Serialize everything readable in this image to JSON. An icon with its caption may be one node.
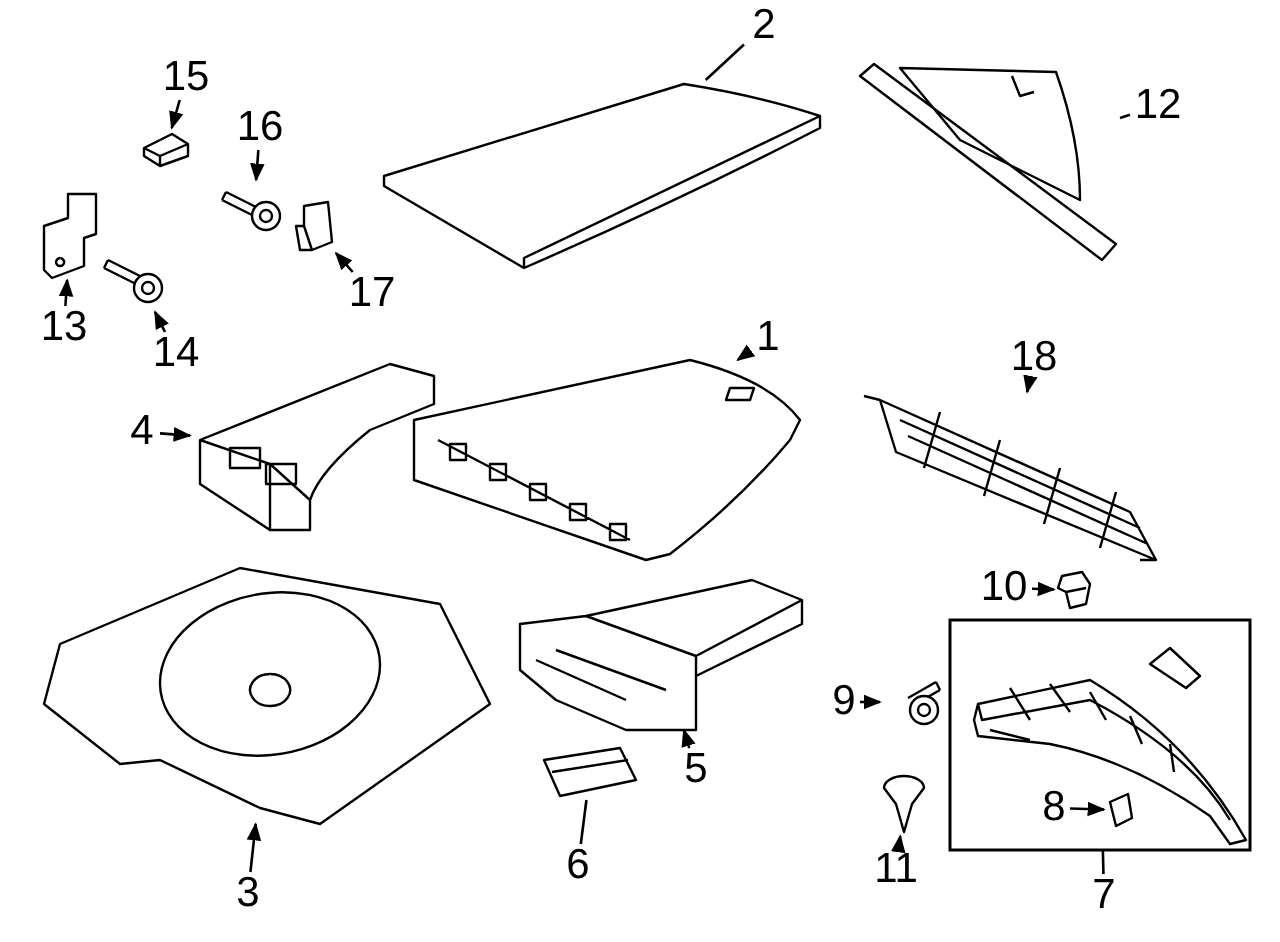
{
  "diagram": {
    "nodes": [
      {
        "text": [
          "15"
        ]
      },
      {
        "text": [],
        "shape": "picture"
      },
      {
        "text": [
          "16"
        ]
      },
      {
        "text": [],
        "shape": "picture"
      },
      {
        "text": [
          "2"
        ]
      },
      {
        "text": [],
        "shape": "picture"
      },
      {
        "text": [
          "12"
        ]
      },
      {
        "text": [],
        "shape": "picture"
      },
      {
        "text": [],
        "shape": "picture"
      },
      {
        "text": [],
        "shape": "picture"
      },
      {
        "text": [],
        "shape": "picture"
      },
      {
        "text": [
          "13"
        ]
      },
      {
        "text": [
          "14"
        ]
      },
      {
        "text": [
          "17"
        ]
      },
      {
        "text": [
          "1"
        ]
      },
      {
        "text": [],
        "shape": "picture"
      },
      {
        "text": [
          "18"
        ]
      },
      {
        "text": [],
        "shape": "picture"
      },
      {
        "text": [
          "4"
        ]
      },
      {
        "text": [],
        "shape": "picture"
      },
      {
        "text": [
          "10"
        ]
      },
      {
        "text": [],
        "shape": "picture"
      },
      {
        "text": [],
        "shape": "box"
      },
      {
        "text": [
          "8"
        ],
        "in": 22
      },
      {
        "text": [],
        "shape": "picture",
        "in": 22
      },
      {
        "text": [
          "9"
        ]
      },
      {
        "text": [],
        "shape": "picture"
      },
      {
        "text": [],
        "shape": "picture"
      },
      {
        "text": [
          "5"
        ]
      },
      {
        "text": [],
        "shape": "picture"
      },
      {
        "text": [],
        "shape": "picture"
      },
      {
        "text": [],
        "shape": "picture"
      },
      {
        "text": [
          "6"
        ]
      },
      {
        "text": [
          "11"
        ]
      },
      {
        "text": [
          "3"
        ]
      },
      {
        "text": [
          "7"
        ]
      }
    ],
    "edges": [
      {
        "from": 0,
        "to": 1,
        "arrow": "to"
      },
      {
        "from": 2,
        "to": 3,
        "arrow": "to"
      },
      {
        "from": 4,
        "to": 5,
        "arrow": "none"
      },
      {
        "from": 6,
        "to": 7,
        "arrow": "none"
      },
      {
        "from": 11,
        "to": 8,
        "arrow": "to"
      },
      {
        "from": 12,
        "to": 9,
        "arrow": "to"
      },
      {
        "from": 13,
        "to": 10,
        "arrow": "to"
      },
      {
        "from": 14,
        "to": 15,
        "arrow": "to"
      },
      {
        "from": 16,
        "to": 17,
        "arrow": "to"
      },
      {
        "from": 18,
        "to": 19,
        "arrow": "to"
      },
      {
        "from": 20,
        "to": 21,
        "arrow": "to"
      },
      {
        "from": 23,
        "to": 24,
        "arrow": "to"
      },
      {
        "from": 25,
        "to": 26,
        "arrow": "to"
      },
      {
        "from": 28,
        "to": 27,
        "arrow": "to"
      },
      {
        "from": 32,
        "to": 30,
        "arrow": "none"
      },
      {
        "from": 33,
        "to": 31,
        "arrow": "to"
      },
      {
        "from": 34,
        "to": 29,
        "arrow": "to"
      },
      {
        "from": 35,
        "to": 22,
        "arrow": "none"
      }
    ]
  }
}
